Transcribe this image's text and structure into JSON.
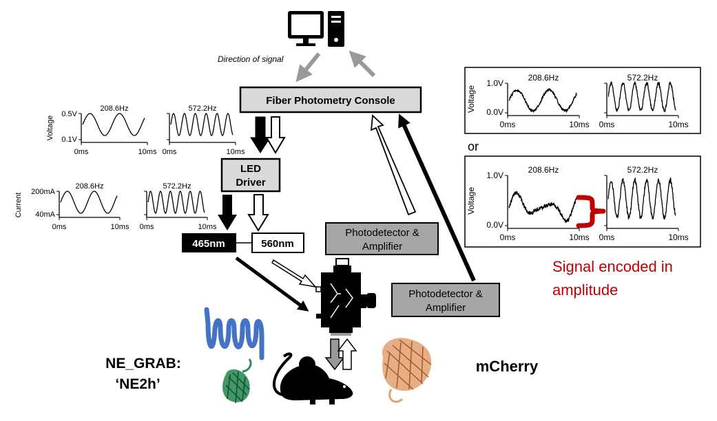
{
  "labels": {
    "direction": "Direction of signal",
    "console": "Fiber Photometry Console",
    "led_driver_line1": "LED",
    "led_driver_line2": "Driver",
    "led465": "465nm",
    "led560": "560nm",
    "photodetector_top_line1": "Photodetector &",
    "photodetector_top_line2": "Amplifier",
    "photodetector_right_line1": "Photodetector &",
    "photodetector_right_line2": "Amplifier",
    "ne_grab_line1": "NE_GRAB:",
    "ne_grab_line2": "‘NE2h’",
    "mcherry": "mCherry",
    "or": "or",
    "encoded_line1": "Signal encoded in",
    "encoded_line2": "amplitude"
  },
  "colors": {
    "box_gray": "#d9d9d9",
    "pd_gray": "#a6a6a6",
    "arrow_gray": "#999999",
    "signal_red": "#c00000",
    "brace_red": "#c00000",
    "sensor_blue": "#4472c4",
    "sensor_green": "#2e8b57",
    "mcherry_orange": "#e0a070"
  },
  "plots": {
    "voltage_input": {
      "ylabel": "Voltage",
      "ymax": "0.5V",
      "ymin": "0.1V",
      "x0": "0ms",
      "x1": "10ms",
      "freq1": "208.6Hz",
      "freq2": "572.2Hz"
    },
    "current_input": {
      "ylabel": "Current",
      "ymax": "200mA",
      "ymin": "40mA",
      "x0": "0ms",
      "x1": "10ms",
      "freq1": "208.6Hz",
      "freq2": "572.2Hz"
    },
    "output_a": {
      "ylabel": "Voltage",
      "ymax": "1.0V",
      "ymin": "0.0V",
      "x0": "0ms",
      "x1": "10ms",
      "freq1": "208.6Hz",
      "freq2": "572.2Hz"
    },
    "output_b": {
      "ylabel": "Voltage",
      "ymax": "1.0V",
      "ymin": "0.0V",
      "x0": "0ms",
      "x1": "10ms",
      "freq1": "208.6Hz",
      "freq2": "572.2Hz"
    }
  },
  "icons": [
    "computer-monitor-icon",
    "computer-tower-icon",
    "mouse-icon",
    "ne-grab-protein-icon",
    "mcherry-protein-icon"
  ]
}
